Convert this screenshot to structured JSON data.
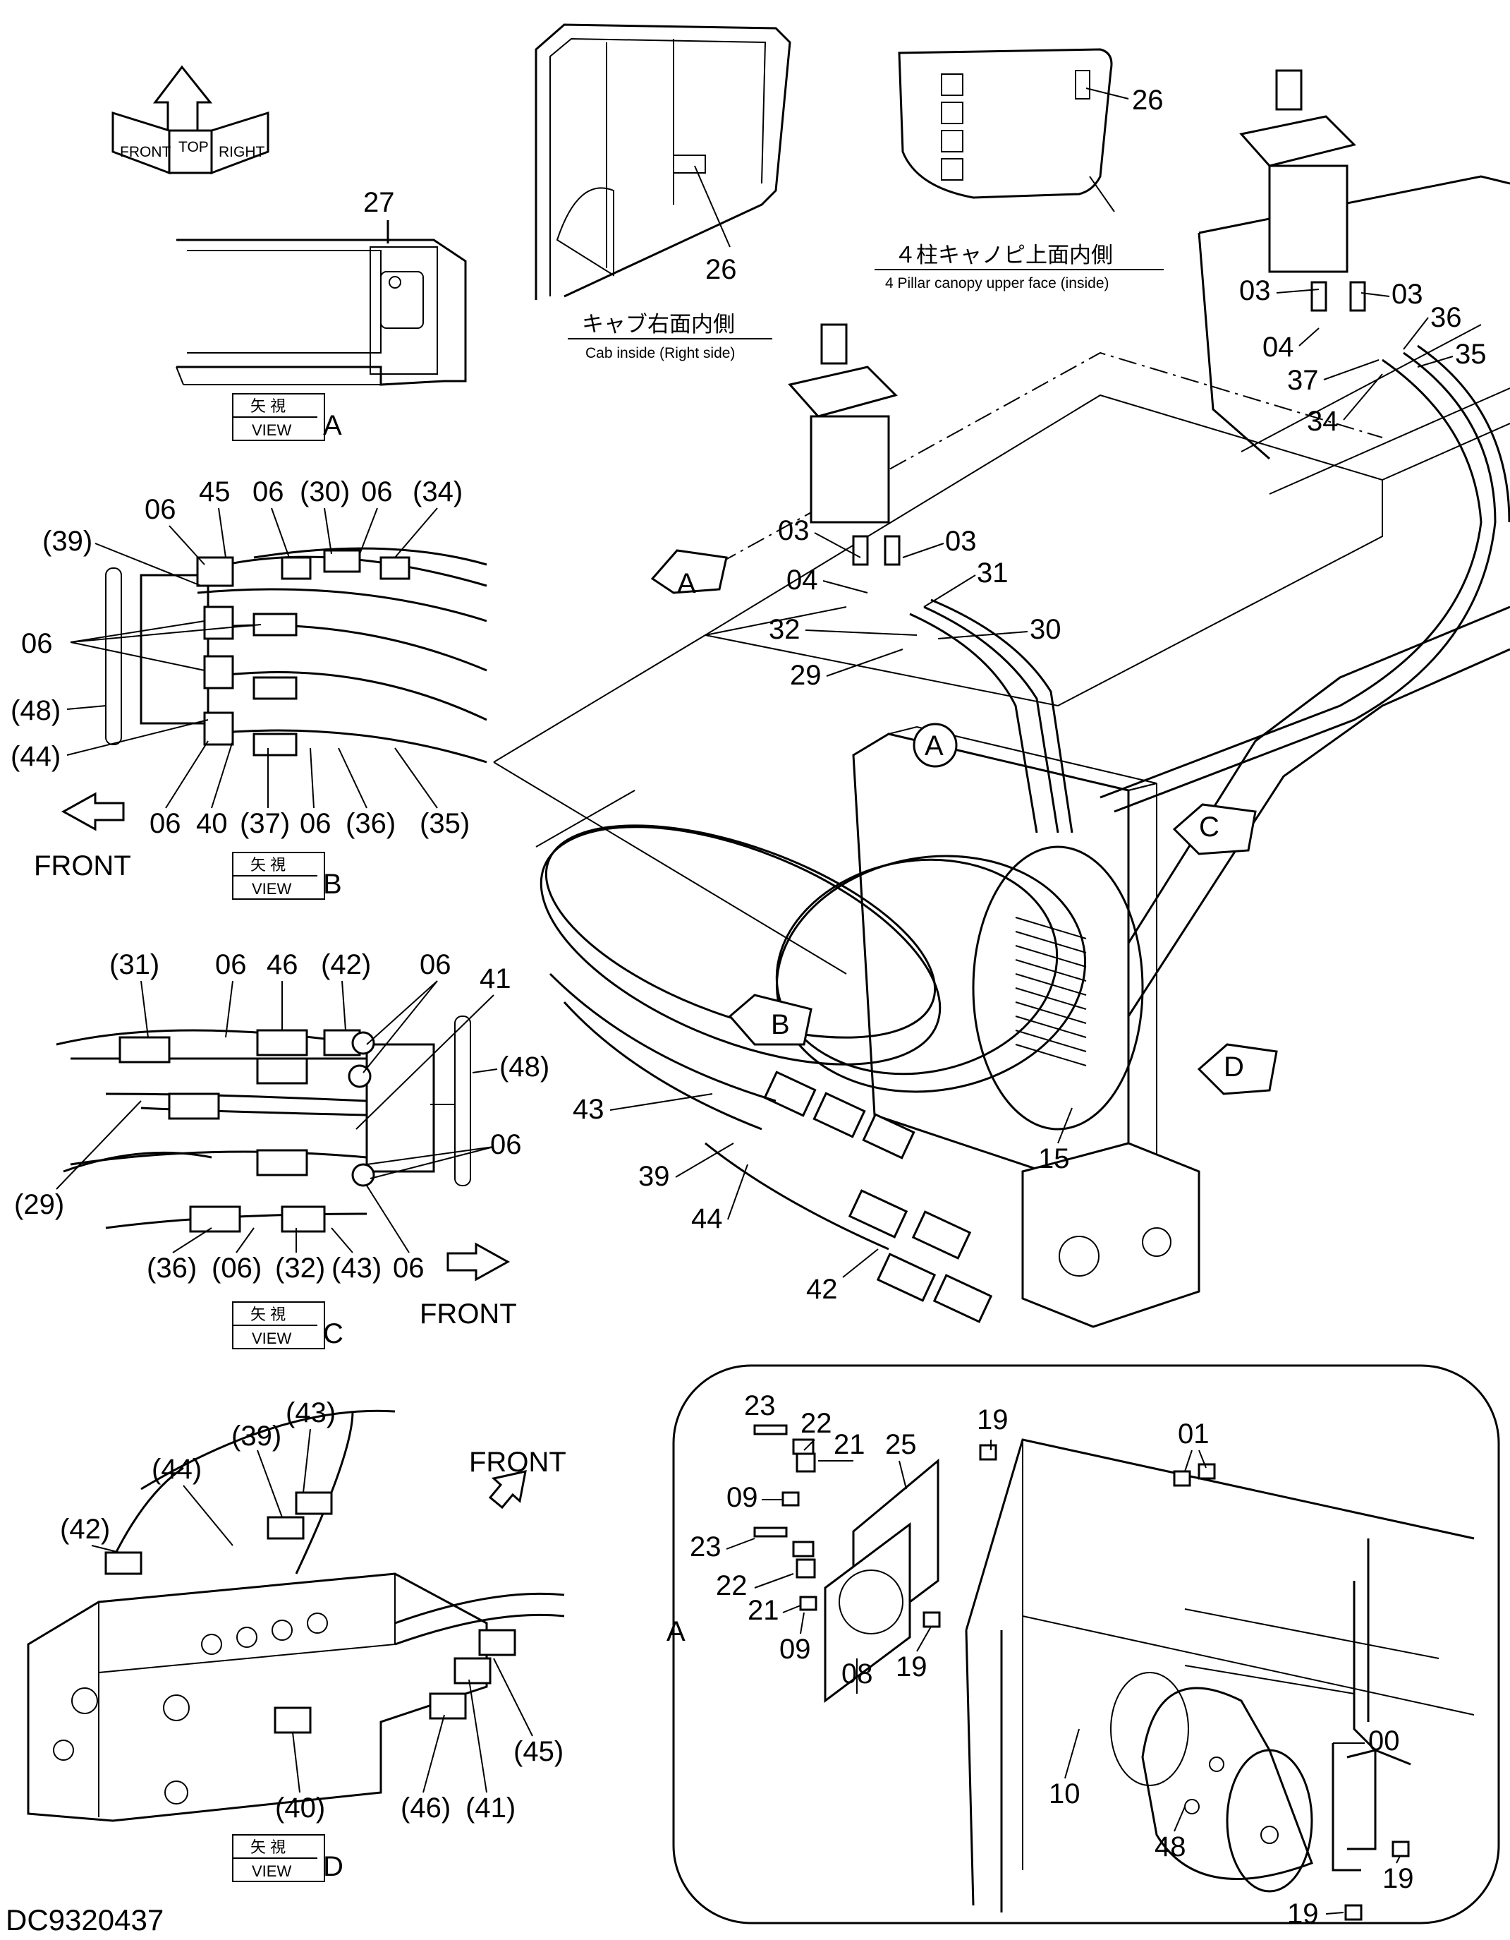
{
  "drawing_number": "DC9320437",
  "orientation_icon": {
    "front": "FRONT",
    "top": "TOP",
    "right": "RIGHT"
  },
  "view_a": {
    "tag_jp": "矢 視",
    "tag_en": "VIEW",
    "letter": "A",
    "part_label": "27"
  },
  "cab_inset": {
    "part_label": "26",
    "caption_jp": "キャブ右面内側",
    "caption_en": "Cab inside (Right side)"
  },
  "canopy_inset": {
    "part_label": "26",
    "caption_jp": "４柱キャノピ上面内側",
    "caption_en": "4 Pillar canopy upper face (inside)"
  },
  "view_b": {
    "tag_jp": "矢 視",
    "tag_en": "VIEW",
    "letter": "B",
    "front_label": "FRONT",
    "labels": [
      "06",
      "45",
      "06",
      "(30)",
      "06",
      "(34)",
      "(39)",
      "06",
      "(48)",
      "(44)",
      "06",
      "40",
      "(37)",
      "06",
      "(36)",
      "(35)"
    ]
  },
  "view_c": {
    "tag_jp": "矢 視",
    "tag_en": "VIEW",
    "letter": "C",
    "front_label": "FRONT",
    "labels": [
      "(31)",
      "06",
      "46",
      "(42)",
      "06",
      "41",
      "(48)",
      "06",
      "(29)",
      "(36)",
      "(06)",
      "(32)",
      "(43)",
      "06"
    ]
  },
  "view_d": {
    "tag_jp": "矢 視",
    "tag_en": "VIEW",
    "letter": "D",
    "front_label": "FRONT",
    "labels": [
      "(43)",
      "(39)",
      "(44)",
      "(42)",
      "(45)",
      "(40)",
      "(46)",
      "(41)"
    ]
  },
  "main_view": {
    "pointers": [
      "A",
      "B",
      "C",
      "D"
    ],
    "circle_ref": "A",
    "labels": [
      "03",
      "03",
      "04",
      "36",
      "35",
      "37",
      "34",
      "03",
      "03",
      "04",
      "31",
      "32",
      "30",
      "29",
      "43",
      "39",
      "44",
      "15",
      "42"
    ]
  },
  "detail_a": {
    "side_letter": "A",
    "labels": [
      "23",
      "22",
      "21",
      "25",
      "19",
      "01",
      "09",
      "23",
      "22",
      "21",
      "09",
      "08",
      "19",
      "10",
      "00",
      "48",
      "19",
      "19"
    ]
  }
}
